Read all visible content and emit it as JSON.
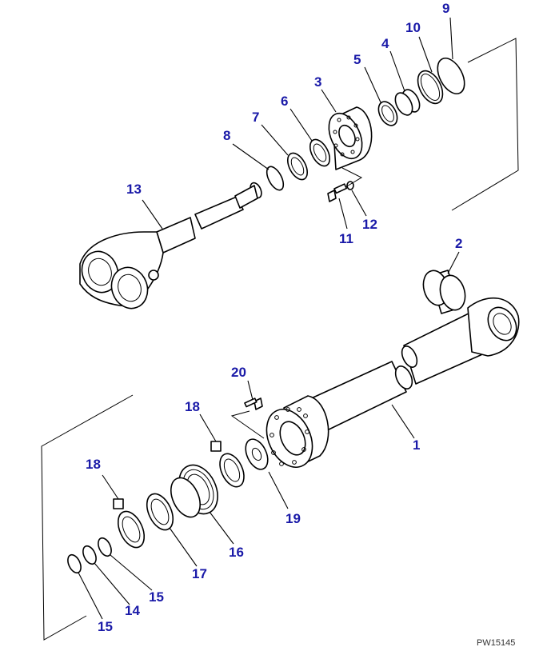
{
  "drawing_code": "PW15145",
  "colors": {
    "callout": "#1a1aa8",
    "line": "#000000",
    "background": "#ffffff"
  },
  "callouts": {
    "c1": "1",
    "c2": "2",
    "c3": "3",
    "c4": "4",
    "c5": "5",
    "c6": "6",
    "c7": "7",
    "c8": "8",
    "c9": "9",
    "c10": "10",
    "c11": "11",
    "c12": "12",
    "c13": "13",
    "c14": "14",
    "c15a": "15",
    "c15b": "15",
    "c16": "16",
    "c17": "17",
    "c18a": "18",
    "c18b": "18",
    "c19": "19",
    "c20": "20"
  }
}
